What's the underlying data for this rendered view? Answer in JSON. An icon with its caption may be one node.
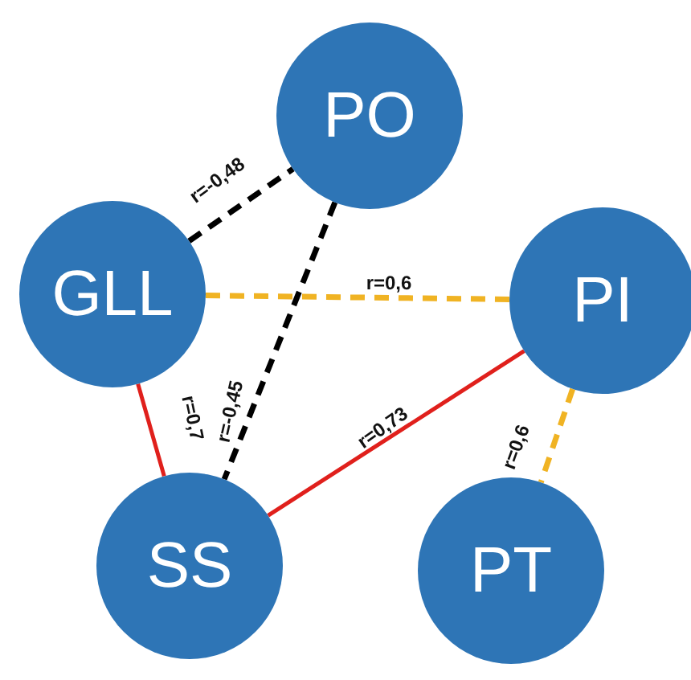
{
  "diagram": {
    "nodes": [
      {
        "text": [
          "PO"
        ]
      },
      {
        "text": [
          "GLL"
        ]
      },
      {
        "text": [
          "PI"
        ]
      },
      {
        "text": [
          "SS"
        ]
      },
      {
        "text": [
          "PT"
        ]
      }
    ],
    "edges": [
      {
        "from": 1,
        "to": 0,
        "arrow": "none",
        "label": "r=-0,48",
        "style": "dashed",
        "color": "#000000"
      },
      {
        "from": 1,
        "to": 2,
        "arrow": "none",
        "label": "r=0,6",
        "style": "dashed",
        "color": "#f0b323"
      },
      {
        "from": 0,
        "to": 3,
        "arrow": "none",
        "label": "r=-0,45",
        "style": "dashed",
        "color": "#000000"
      },
      {
        "from": 1,
        "to": 3,
        "arrow": "none",
        "label": "r=0,7",
        "color": "#e0201c"
      },
      {
        "from": 2,
        "to": 3,
        "arrow": "none",
        "label": "r=0,73",
        "color": "#e0201c"
      },
      {
        "from": 2,
        "to": 4,
        "arrow": "none",
        "label": "r=0,6",
        "style": "dashed",
        "color": "#f0b323"
      }
    ]
  }
}
